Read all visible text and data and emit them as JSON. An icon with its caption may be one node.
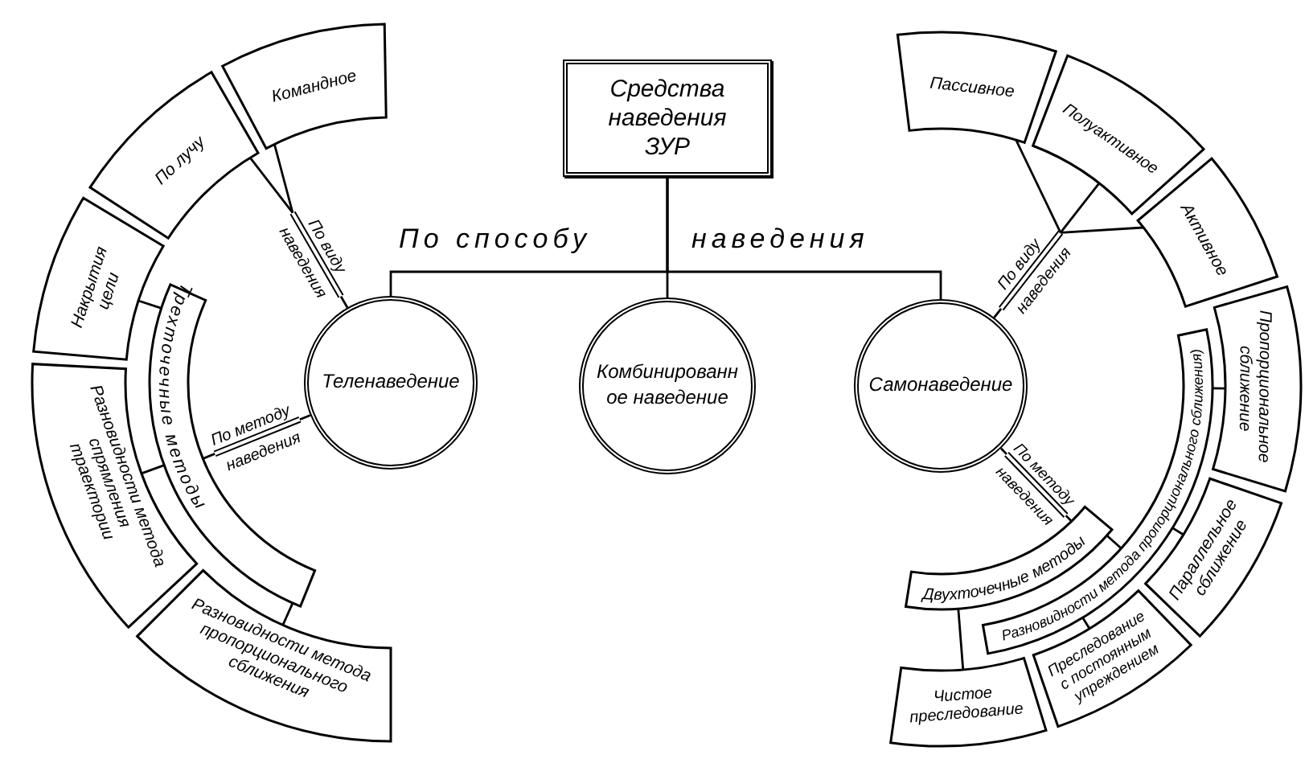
{
  "diagram": {
    "nodes": [
      {
        "text": [
          "Средства наведения ЗУР"
        ]
      },
      {
        "text": [
          "Теленаведение"
        ]
      },
      {
        "text": [
          "Комбинированное наведение"
        ]
      },
      {
        "text": [
          "Самонаведение"
        ]
      },
      {
        "text": [
          "По виду наведения"
        ]
      },
      {
        "text": [
          "Командное"
        ]
      },
      {
        "text": [
          "По лучу"
        ]
      },
      {
        "text": [
          "По методу наведения"
        ]
      },
      {
        "text": [
          "Трехточечные методы"
        ]
      },
      {
        "text": [
          "Накрытия цели"
        ]
      },
      {
        "text": [
          "Разновидности метода спрямления траектории"
        ]
      },
      {
        "text": [
          "Разновидности метода пропорционального сближения"
        ]
      },
      {
        "text": [
          "По виду наведения"
        ]
      },
      {
        "text": [
          "Пассивное"
        ]
      },
      {
        "text": [
          "Полуактивное"
        ]
      },
      {
        "text": [
          "Активное"
        ]
      },
      {
        "text": [
          "По методу наведения"
        ]
      },
      {
        "text": [
          "Двухточечные методы"
        ]
      },
      {
        "text": [
          "Разновидности метода пропорционального сближения)"
        ]
      },
      {
        "text": [
          "Пропорциональное сближение"
        ]
      },
      {
        "text": [
          "Параллельное сближение"
        ]
      },
      {
        "text": [
          "Преследование с постоянным упреждением"
        ]
      },
      {
        "text": [
          "Чистое преследование"
        ]
      }
    ],
    "edges": [
      {
        "from": 0,
        "to": 1,
        "arrow": "none"
      },
      {
        "from": 0,
        "to": 2,
        "arrow": "none"
      },
      {
        "from": 0,
        "to": 3,
        "arrow": "none"
      },
      {
        "from": 1,
        "to": 4,
        "arrow": "none"
      },
      {
        "from": 4,
        "to": 5,
        "arrow": "none"
      },
      {
        "from": 4,
        "to": 6,
        "arrow": "none"
      },
      {
        "from": 1,
        "to": 7,
        "arrow": "none"
      },
      {
        "from": 7,
        "to": 8,
        "arrow": "none"
      },
      {
        "from": 8,
        "to": 9,
        "arrow": "none"
      },
      {
        "from": 8,
        "to": 10,
        "arrow": "none"
      },
      {
        "from": 8,
        "to": 11,
        "arrow": "none"
      },
      {
        "from": 3,
        "to": 12,
        "arrow": "none"
      },
      {
        "from": 12,
        "to": 13,
        "arrow": "none"
      },
      {
        "from": 12,
        "to": 14,
        "arrow": "none"
      },
      {
        "from": 12,
        "to": 15,
        "arrow": "none"
      },
      {
        "from": 3,
        "to": 16,
        "arrow": "none"
      },
      {
        "from": 16,
        "to": 17,
        "arrow": "none"
      },
      {
        "from": 17,
        "to": 22,
        "arrow": "none"
      },
      {
        "from": 17,
        "to": 18,
        "arrow": "none"
      },
      {
        "from": 18,
        "to": 19,
        "arrow": "none"
      },
      {
        "from": 18,
        "to": 20,
        "arrow": "none"
      },
      {
        "from": 18,
        "to": 21,
        "arrow": "none"
      }
    ],
    "labels": [
      "По способу",
      "наведения"
    ]
  }
}
